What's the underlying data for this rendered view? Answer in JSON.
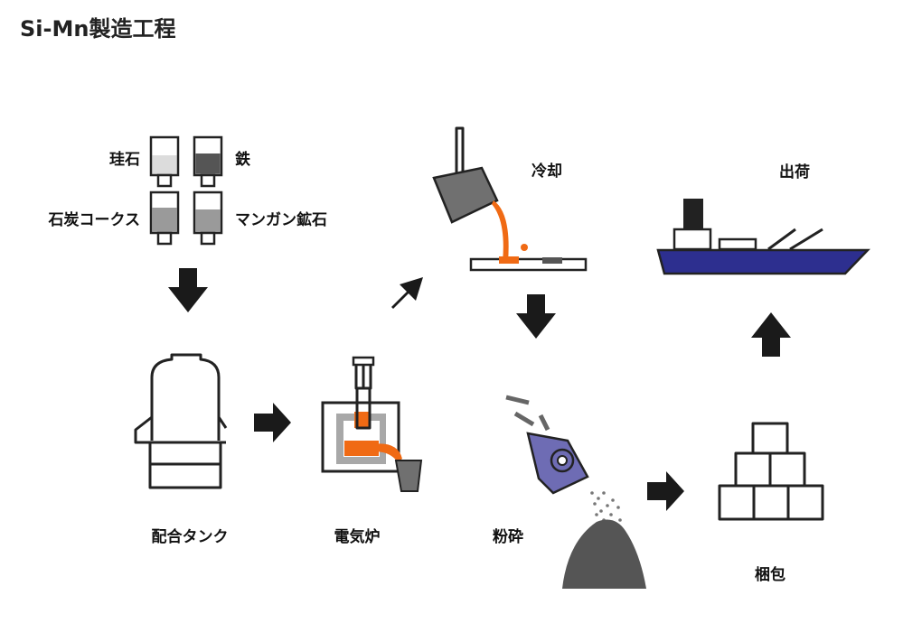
{
  "title": "Si-Mn製造工程",
  "materials": {
    "keiseki": "珪石",
    "tetsu": "鉄",
    "sekitan_coke": "石炭コークス",
    "mangan_kouseki": "マンガン鉱石"
  },
  "steps": {
    "haigou_tank": "配合タンク",
    "denkiro": "電気炉",
    "reikyaku": "冷却",
    "funsai": "粉砕",
    "konpou": "梱包",
    "shukka": "出荷"
  },
  "colors": {
    "molten_metal": "#f06a14",
    "ship_hull": "#2d2f8f",
    "crusher": "#6e6cb4",
    "ladle": "#707070",
    "pile": "#555555",
    "outline": "#222222",
    "arrow": "#1a1a1a"
  }
}
